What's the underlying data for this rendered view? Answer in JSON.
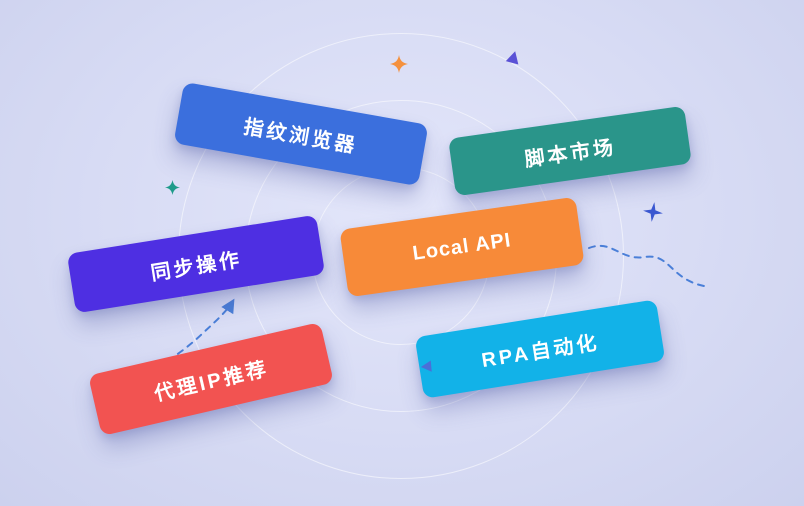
{
  "illustration": {
    "description": "feature highlight illustration with tilted label cards"
  },
  "cards": [
    {
      "id": "fingerprint-browser",
      "label": "指纹浏览器",
      "color": "#3b6fdd"
    },
    {
      "id": "script-market",
      "label": "脚本市场",
      "color": "#2a958a"
    },
    {
      "id": "sync-operation",
      "label": "同步操作",
      "color": "#4e2fe2"
    },
    {
      "id": "local-api",
      "label": "Local API",
      "color": "#f78a39"
    },
    {
      "id": "rpa-automation",
      "label": "RPA自动化",
      "color": "#12b2e8"
    },
    {
      "id": "proxy-ip-recommend",
      "label": "代理IP推荐",
      "color": "#f25351"
    }
  ],
  "decorations": [
    {
      "name": "sparkle-orange-icon",
      "color": "#f5913e"
    },
    {
      "name": "triangle-purple-icon",
      "color": "#5a51d6"
    },
    {
      "name": "sparkle-teal-icon",
      "color": "#1e9b8a"
    },
    {
      "name": "star-blue-icon",
      "color": "#3a57d0"
    },
    {
      "name": "triangle-blue-icon",
      "color": "#4a6fd8"
    },
    {
      "name": "dashed-connector",
      "color": "#4a7fd8"
    }
  ],
  "background": {
    "base": "#d7dbf4",
    "ring_stroke": "rgba(255,255,255,0.55)"
  }
}
